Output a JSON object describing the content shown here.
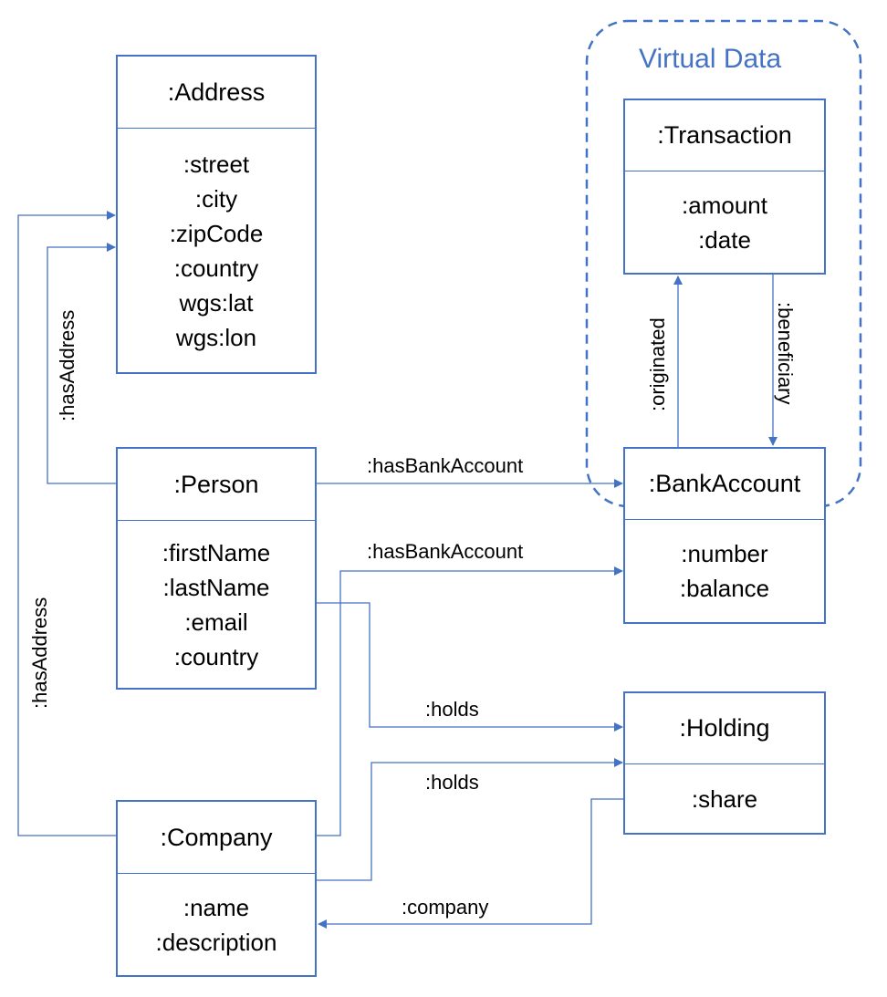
{
  "virtual_region": {
    "title": "Virtual Data"
  },
  "classes": {
    "address": {
      "name": ":Address",
      "attributes": [
        ":street",
        ":city",
        ":zipCode",
        ":country",
        "wgs:lat",
        "wgs:lon"
      ]
    },
    "person": {
      "name": ":Person",
      "attributes": [
        ":firstName",
        ":lastName",
        ":email",
        ":country"
      ]
    },
    "company": {
      "name": ":Company",
      "attributes": [
        ":name",
        ":description"
      ]
    },
    "transaction": {
      "name": ":Transaction",
      "attributes": [
        ":amount",
        ":date"
      ]
    },
    "bank_account": {
      "name": ":BankAccount",
      "attributes": [
        ":number",
        ":balance"
      ]
    },
    "holding": {
      "name": ":Holding",
      "attributes": [
        ":share"
      ]
    }
  },
  "relations": {
    "person_address": ":hasAddress",
    "company_address": ":hasAddress",
    "person_bank": ":hasBankAccount",
    "company_bank": ":hasBankAccount",
    "person_holds": ":holds",
    "company_holds": ":holds",
    "holding_company": ":company",
    "originated": ":originated",
    "beneficiary": ":beneficiary"
  },
  "colors": {
    "stroke": "#4472c4",
    "text": "#000000",
    "accent_text": "#4472c4"
  }
}
